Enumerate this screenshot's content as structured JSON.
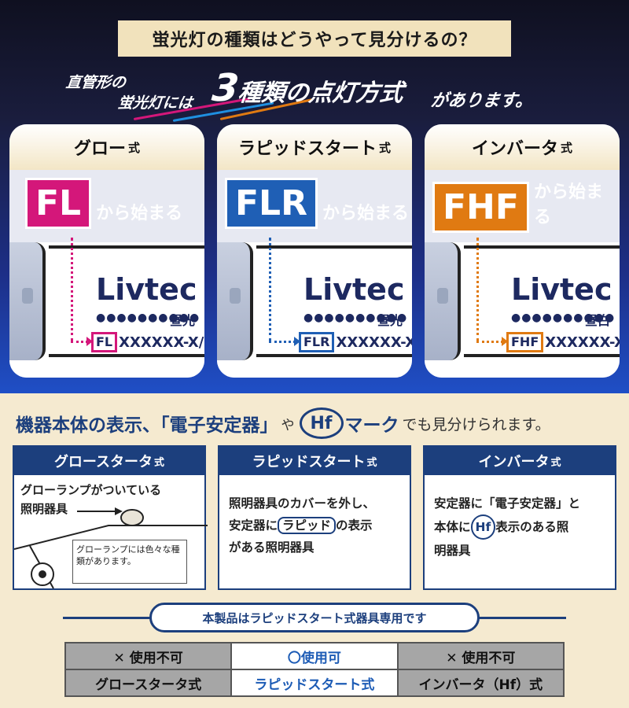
{
  "top": {
    "question": "蛍光灯の種類はどうやって見分けるの？",
    "intro_line1": "直管形の",
    "intro_line2": "蛍光灯には",
    "intro_num": "3",
    "intro_emph": "種類の点灯方式",
    "intro_tail": "があります。"
  },
  "cards": [
    {
      "head": "グロー",
      "head_suffix": "式",
      "prefix": "FL",
      "prefix_tail": "から始まる",
      "color": "#d4177a",
      "brand": "Livtec",
      "dots": "●●●●●●●●●●",
      "light": "昼光",
      "model_box": "FL",
      "model_rest": "XXXXXX-X/"
    },
    {
      "head": "ラピッドスタート",
      "head_suffix": "式",
      "prefix": "FLR",
      "prefix_tail": "から始まる",
      "color": "#1f5fb5",
      "brand": "Livtec",
      "dots": "●●●●●●●●●●",
      "light": "昼光",
      "model_box": "FLR",
      "model_rest": "XXXXXX-X"
    },
    {
      "head": "インバータ",
      "head_suffix": "式",
      "prefix": "FHF",
      "prefix_tail": "から始まる",
      "color": "#e07a12",
      "brand": "Livtec",
      "dots": "●●●●●●●●●●",
      "light": "昼白",
      "model_box": "FHF",
      "model_rest": "XXXXXX-X"
    }
  ],
  "heading2": {
    "part1": "機器本体の表示、「電子安定器」",
    "part2": "や",
    "hf": "Hf",
    "part3": "マーク",
    "part4": "でも見分けられます。"
  },
  "boxes": [
    {
      "head": "グロースタータ",
      "head_suffix": "式",
      "line1": "グローランプがついている",
      "line2": "照明器具",
      "inset": "グローランプには色々な種類があります。"
    },
    {
      "head": "ラピッドスタート",
      "head_suffix": "式",
      "t1": "照明器具のカバーを外し、",
      "t2a": "安定器に",
      "t2tag": "ラピッド",
      "t2b": "の表示",
      "t3": "がある照明器具"
    },
    {
      "head": "インバータ",
      "head_suffix": "式",
      "t1": "安定器に「電子安定器」と",
      "t2a": "本体に",
      "t2hf": "Hf",
      "t2b": "表示のある照",
      "t3": "明器具"
    }
  ],
  "pill": "本製品はラピッドスタート式器具専用です",
  "table": {
    "status": [
      "✕ 使用不可",
      "〇使用可",
      "✕ 使用不可"
    ],
    "types": [
      "グロースタータ式",
      "ラピッドスタート式",
      "インバータ（Hf）式"
    ]
  }
}
